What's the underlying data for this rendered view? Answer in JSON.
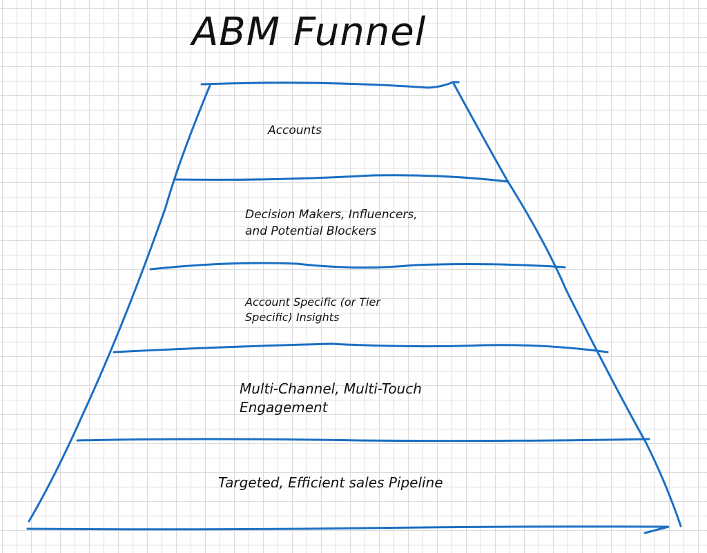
{
  "title": "ABM Funnel",
  "stages": [
    {
      "label": "Accounts"
    },
    {
      "label": "Decision Makers, Influencers,\nand Potential Blockers"
    },
    {
      "label": "Account Specific (or Tier\nSpecific) Insights"
    },
    {
      "label": "Multi-Channel, Multi-Touch\nEngagement"
    },
    {
      "label": "Targeted, Efficient sales Pipeline"
    }
  ],
  "colors": {
    "stroke": "#1a6fc4",
    "grid": "#dcdcdc",
    "text": "#111111"
  }
}
